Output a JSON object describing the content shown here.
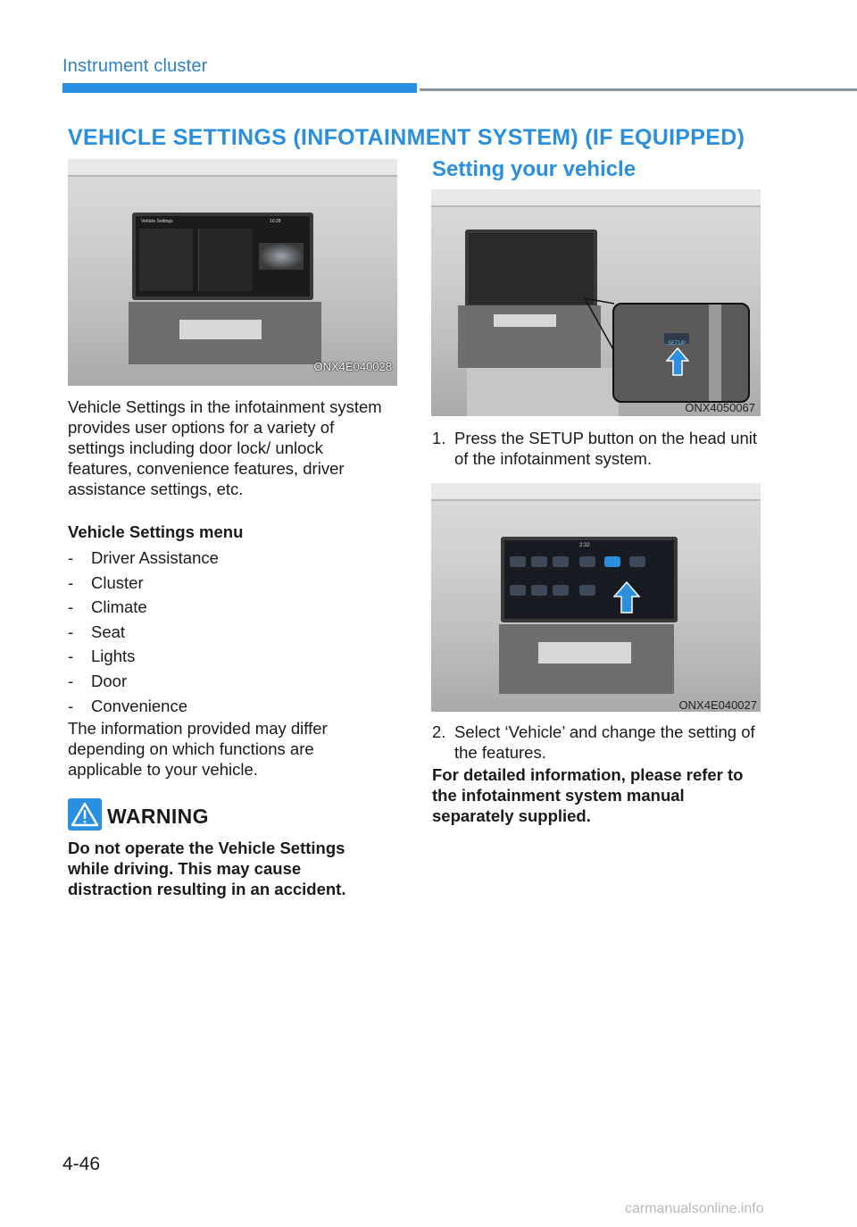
{
  "header": {
    "title": "Instrument cluster"
  },
  "section": {
    "title": "VEHICLE SETTINGS (INFOTAINMENT SYSTEM) (IF EQUIPPED)"
  },
  "left": {
    "image_caption": "ONX4E040028",
    "screen_title": "Vehicle Settings",
    "screen_clock": "10:28",
    "intro": "Vehicle Settings in the infotainment system provides user options for a variety of settings including door lock/ unlock features, convenience features, driver assistance settings, etc.",
    "menu_heading": "Vehicle Settings menu",
    "menu_items": [
      "Driver Assistance",
      "Cluster",
      "Climate",
      "Seat",
      "Lights",
      "Door",
      "Convenience"
    ],
    "note": "The information provided may differ depending on which functions are applicable to your vehicle.",
    "warning_label": "WARNING",
    "warning_text": "Do not operate the Vehicle Settings while driving. This may cause distraction resulting in an accident."
  },
  "right": {
    "subtitle": "Setting your vehicle",
    "image1_caption": "ONX4050067",
    "setup_label": "SETUP",
    "step1_num": "1.",
    "step1_text": "Press the SETUP button on the head unit of the infotainment system.",
    "image2_caption": "ONX4E040027",
    "screen2_clock": "2:32",
    "step2_num": "2.",
    "step2_text": "Select ‘Vehicle’ and change the setting of the features.",
    "detail_note": "For detailed information, please refer to the infotainment system manual separately supplied."
  },
  "footer": {
    "page_number": "4-46",
    "watermark": "carmanualsonline.info"
  },
  "colors": {
    "accent": "#2b8fe0",
    "header_text": "#2b7fc8",
    "rule_gray": "#8a969c"
  }
}
